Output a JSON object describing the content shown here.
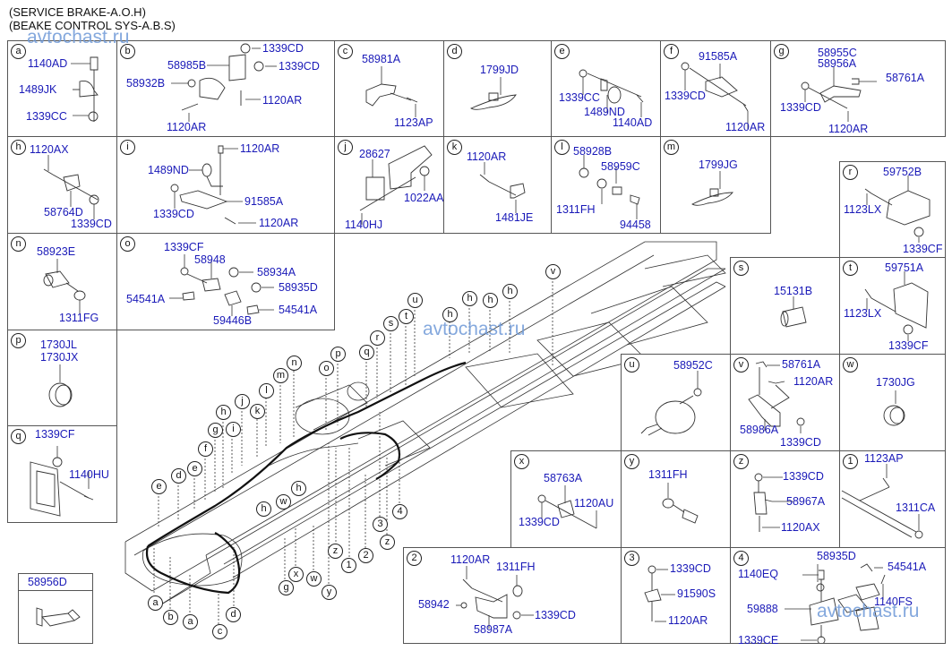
{
  "titles": [
    "(SERVICE BRAKE-A.O.H)",
    "(BEAKE CONTROL SYS-A.B.S)"
  ],
  "watermark": "avtochast.ru",
  "panels": {
    "a": {
      "letter": "a",
      "parts": [
        "1140AD",
        "1489JK",
        "1339CC"
      ]
    },
    "b": {
      "letter": "b",
      "parts": [
        "1339CD",
        "58985B",
        "1339CD",
        "58932B",
        "1120AR",
        "1120AR"
      ]
    },
    "c": {
      "letter": "c",
      "parts": [
        "58981A",
        "1123AP"
      ]
    },
    "d": {
      "letter": "d",
      "parts": [
        "1799JD"
      ]
    },
    "e": {
      "letter": "e",
      "parts": [
        "1339CC",
        "1489ND",
        "1140AD"
      ]
    },
    "f": {
      "letter": "f",
      "parts": [
        "91585A",
        "1339CD",
        "1120AR"
      ]
    },
    "g": {
      "letter": "g",
      "parts": [
        "58955C",
        "58956A",
        "58761A",
        "1339CD",
        "1120AR"
      ]
    },
    "h": {
      "letter": "h",
      "parts": [
        "1120AX",
        "58764D",
        "1339CD"
      ]
    },
    "i": {
      "letter": "i",
      "parts": [
        "1120AR",
        "1489ND",
        "91585A",
        "1339CD",
        "1120AR"
      ]
    },
    "j": {
      "letter": "j",
      "parts": [
        "28627",
        "1022AA",
        "1140HJ"
      ]
    },
    "k": {
      "letter": "k",
      "parts": [
        "1120AR",
        "1481JE"
      ]
    },
    "l": {
      "letter": "l",
      "parts": [
        "58928B",
        "58959C",
        "1311FH",
        "94458"
      ]
    },
    "m": {
      "letter": "m",
      "parts": [
        "1799JG"
      ]
    },
    "n": {
      "letter": "n",
      "parts": [
        "58923E",
        "1311FG"
      ]
    },
    "o": {
      "letter": "o",
      "parts": [
        "1339CF",
        "58948",
        "58934A",
        "58935D",
        "54541A",
        "54541A",
        "59446B"
      ]
    },
    "p": {
      "letter": "p",
      "parts": [
        "1730JL",
        "1730JX"
      ]
    },
    "q": {
      "letter": "q",
      "parts": [
        "1339CF",
        "1140HU"
      ]
    },
    "r": {
      "letter": "r",
      "parts": [
        "59752B",
        "1123LX",
        "1339CF"
      ]
    },
    "s": {
      "letter": "s",
      "parts": [
        "15131B"
      ]
    },
    "t": {
      "letter": "t",
      "parts": [
        "59751A",
        "1123LX",
        "1339CF"
      ]
    },
    "u": {
      "letter": "u",
      "parts": [
        "58952C"
      ]
    },
    "v": {
      "letter": "v",
      "parts": [
        "58761A",
        "1120AR",
        "58986A",
        "1339CD"
      ]
    },
    "w": {
      "letter": "w",
      "parts": [
        "1730JG"
      ]
    },
    "x": {
      "letter": "x",
      "parts": [
        "58763A",
        "1120AU",
        "1339CD"
      ]
    },
    "y": {
      "letter": "y",
      "parts": [
        "1311FH"
      ]
    },
    "z": {
      "letter": "z",
      "parts": [
        "1339CD",
        "58967A",
        "1120AX"
      ]
    },
    "1": {
      "letter": "1",
      "parts": [
        "1123AP",
        "1311CA"
      ]
    },
    "2": {
      "letter": "2",
      "parts": [
        "1120AR",
        "1311FH",
        "58942",
        "1339CD",
        "58987A"
      ]
    },
    "3": {
      "letter": "3",
      "parts": [
        "1339CD",
        "91590S",
        "1120AR"
      ]
    },
    "4": {
      "letter": "4",
      "parts": [
        "58935D",
        "1140EQ",
        "54541A",
        "59888",
        "1140FS",
        "1339CE"
      ]
    }
  },
  "standalone": {
    "part": "58956D"
  },
  "chassis_callouts": [
    "e",
    "d",
    "e",
    "f",
    "g",
    "h",
    "i",
    "j",
    "k",
    "l",
    "m",
    "n",
    "o",
    "p",
    "q",
    "r",
    "s",
    "t",
    "u",
    "h",
    "h",
    "h",
    "h",
    "v",
    "h",
    "w",
    "h",
    "h",
    "3",
    "4",
    "z",
    "1",
    "2",
    "z",
    "g",
    "x",
    "w",
    "y",
    "a",
    "b",
    "a",
    "c",
    "d"
  ]
}
